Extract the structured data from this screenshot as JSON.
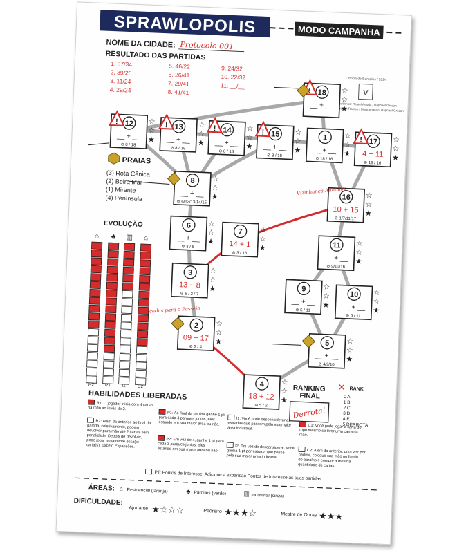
{
  "header": {
    "logo_text": "SPRAWLOPOLIS",
    "mode": "MODO CAMPANHA"
  },
  "city": {
    "label": "NOME DA CIDADE:",
    "value": "Protocolo 001"
  },
  "results": {
    "label": "RESULTADO DAS PARTIDAS",
    "entries": [
      "1. 37/34",
      "2. 39/28",
      "3. 11/24",
      "4. 29/24",
      "5. 46/22",
      "6. 26/41",
      "7. 29/41",
      "8. 41/41",
      "9. 24/32",
      "10. 22/32",
      "11. __/__"
    ]
  },
  "credits": {
    "line1": "Oficina de Barcelos / 2024",
    "line2": "Concebimos: Rafael Arruda / Raphaël Grozan",
    "line3": "Arrivals: Renan Ramos / Diagramação: Raphaël Grozan"
  },
  "praias": {
    "title": "PRAIAS",
    "items": [
      "(3) Rota Cênica",
      "(2) Beira Mar",
      "(1) Mirante",
      "(4) Península"
    ]
  },
  "evolucao": {
    "title": "EVOLUÇÃO",
    "labels": [
      "R2",
      "PT",
      "I1",
      "C2"
    ],
    "red_counts": [
      11,
      14,
      6,
      13
    ],
    "total_cells": 18
  },
  "map": {
    "nodes": [
      {
        "num": "18",
        "score": "__ + __",
        "ref": ""
      },
      {
        "num": "12",
        "score": "__ + __",
        "ref": "8 / 18"
      },
      {
        "num": "13",
        "score": "__ + __",
        "ref": "8 / 18"
      },
      {
        "num": "14",
        "score": "__ + __",
        "ref": "8 / 18"
      },
      {
        "num": "15",
        "score": "__ + __",
        "ref": "8 / 18"
      },
      {
        "num": "1",
        "score": "__ + __",
        "ref": "18 / 16"
      },
      {
        "num": "17",
        "score": "4 + 11",
        "ref": "18 / 16"
      },
      {
        "num": "8",
        "score": "__ + __",
        "ref": "6/12/13/14/15"
      },
      {
        "num": "16",
        "score": "10 + 15",
        "ref": "1/7/11/17"
      },
      {
        "num": "6",
        "score": "__ + __",
        "ref": "3 / 8"
      },
      {
        "num": "7",
        "score": "14 + 1",
        "ref": "3 / 16"
      },
      {
        "num": "11",
        "score": "__ + __",
        "ref": "9/10/16"
      },
      {
        "num": "3",
        "score": "13 + 8",
        "ref": "6 / 2 / 7"
      },
      {
        "num": "9",
        "score": "__ + __",
        "ref": "5 / 11"
      },
      {
        "num": "10",
        "score": "__ + __",
        "ref": "5 / 11"
      },
      {
        "num": "2",
        "score": "09 + 17",
        "ref": "3 / 4"
      },
      {
        "num": "5",
        "score": "__ + __",
        "ref": "4/9/10"
      },
      {
        "num": "4",
        "score": "18 + 12",
        "ref": "5 / 2"
      }
    ],
    "annotations": {
      "sixteen": "Vizinhança Alinhada",
      "two": "Escadas para o Passeio"
    }
  },
  "ranking": {
    "title": "RANKING FINAL",
    "stamp": "Derrota!",
    "rank_label": "RANK",
    "rows": [
      "0 A",
      "1 B",
      "2 C",
      "3 D",
      "4 E",
      "5 DERROTA"
    ]
  },
  "habilidades": {
    "title": "HABILIDADES LIBERADAS",
    "r1": "R1: O jogador inicia com 4 cartas na mão ao invés de 3.",
    "r2": "R2: Além da anterior, ao final da partida, coletivamente, podem devolver para mão até 2 cartas sem penalidade. Depois de devolver, pode jogar novamente essa(s) carta(s). Exceto Expansões.",
    "p1": "P1: Ao final da partida ganhe 1 pt para cada 4 parques juntos, eles estando em sua maior área ou não.",
    "p2": "P2: Em vez de 4, ganhe 1 pt para cada 3 parques juntos, eles estando em sua maior área ou não.",
    "i1": "I1: Você pode desconsiderar as estradas que passem pela sua maior área industrial.",
    "i2": "I2: Em vez de desconsiderar, você ganha 1 pt por estrada que passe pela sua maior área industrial.",
    "c1": "C1: Você pode jogar a carta do topo mesmo se tiver uma carta da mão.",
    "c2": "C2: Além da anterior, uma vez por partida, coloque sua mão no fundo do baralho e compre a mesma quantidade de cartas.",
    "pt": "PT: Pontos de Interesse: Adicione a expansão Pontos de Interesse às suas partidas."
  },
  "areas": {
    "label": "ÁREAS:",
    "items": [
      "Residencial (laranja)",
      "Parques (verde)",
      "Industrial (cinza)"
    ]
  },
  "dificuldade": {
    "label": "DIFICULDADE:",
    "items": [
      "Ajudante",
      "Pedreiro",
      "Mestre de Obras"
    ]
  },
  "colors": {
    "red": "#d42c2c",
    "gray": "#a8a8a8",
    "dark": "#222222",
    "gold": "#c9a227"
  }
}
